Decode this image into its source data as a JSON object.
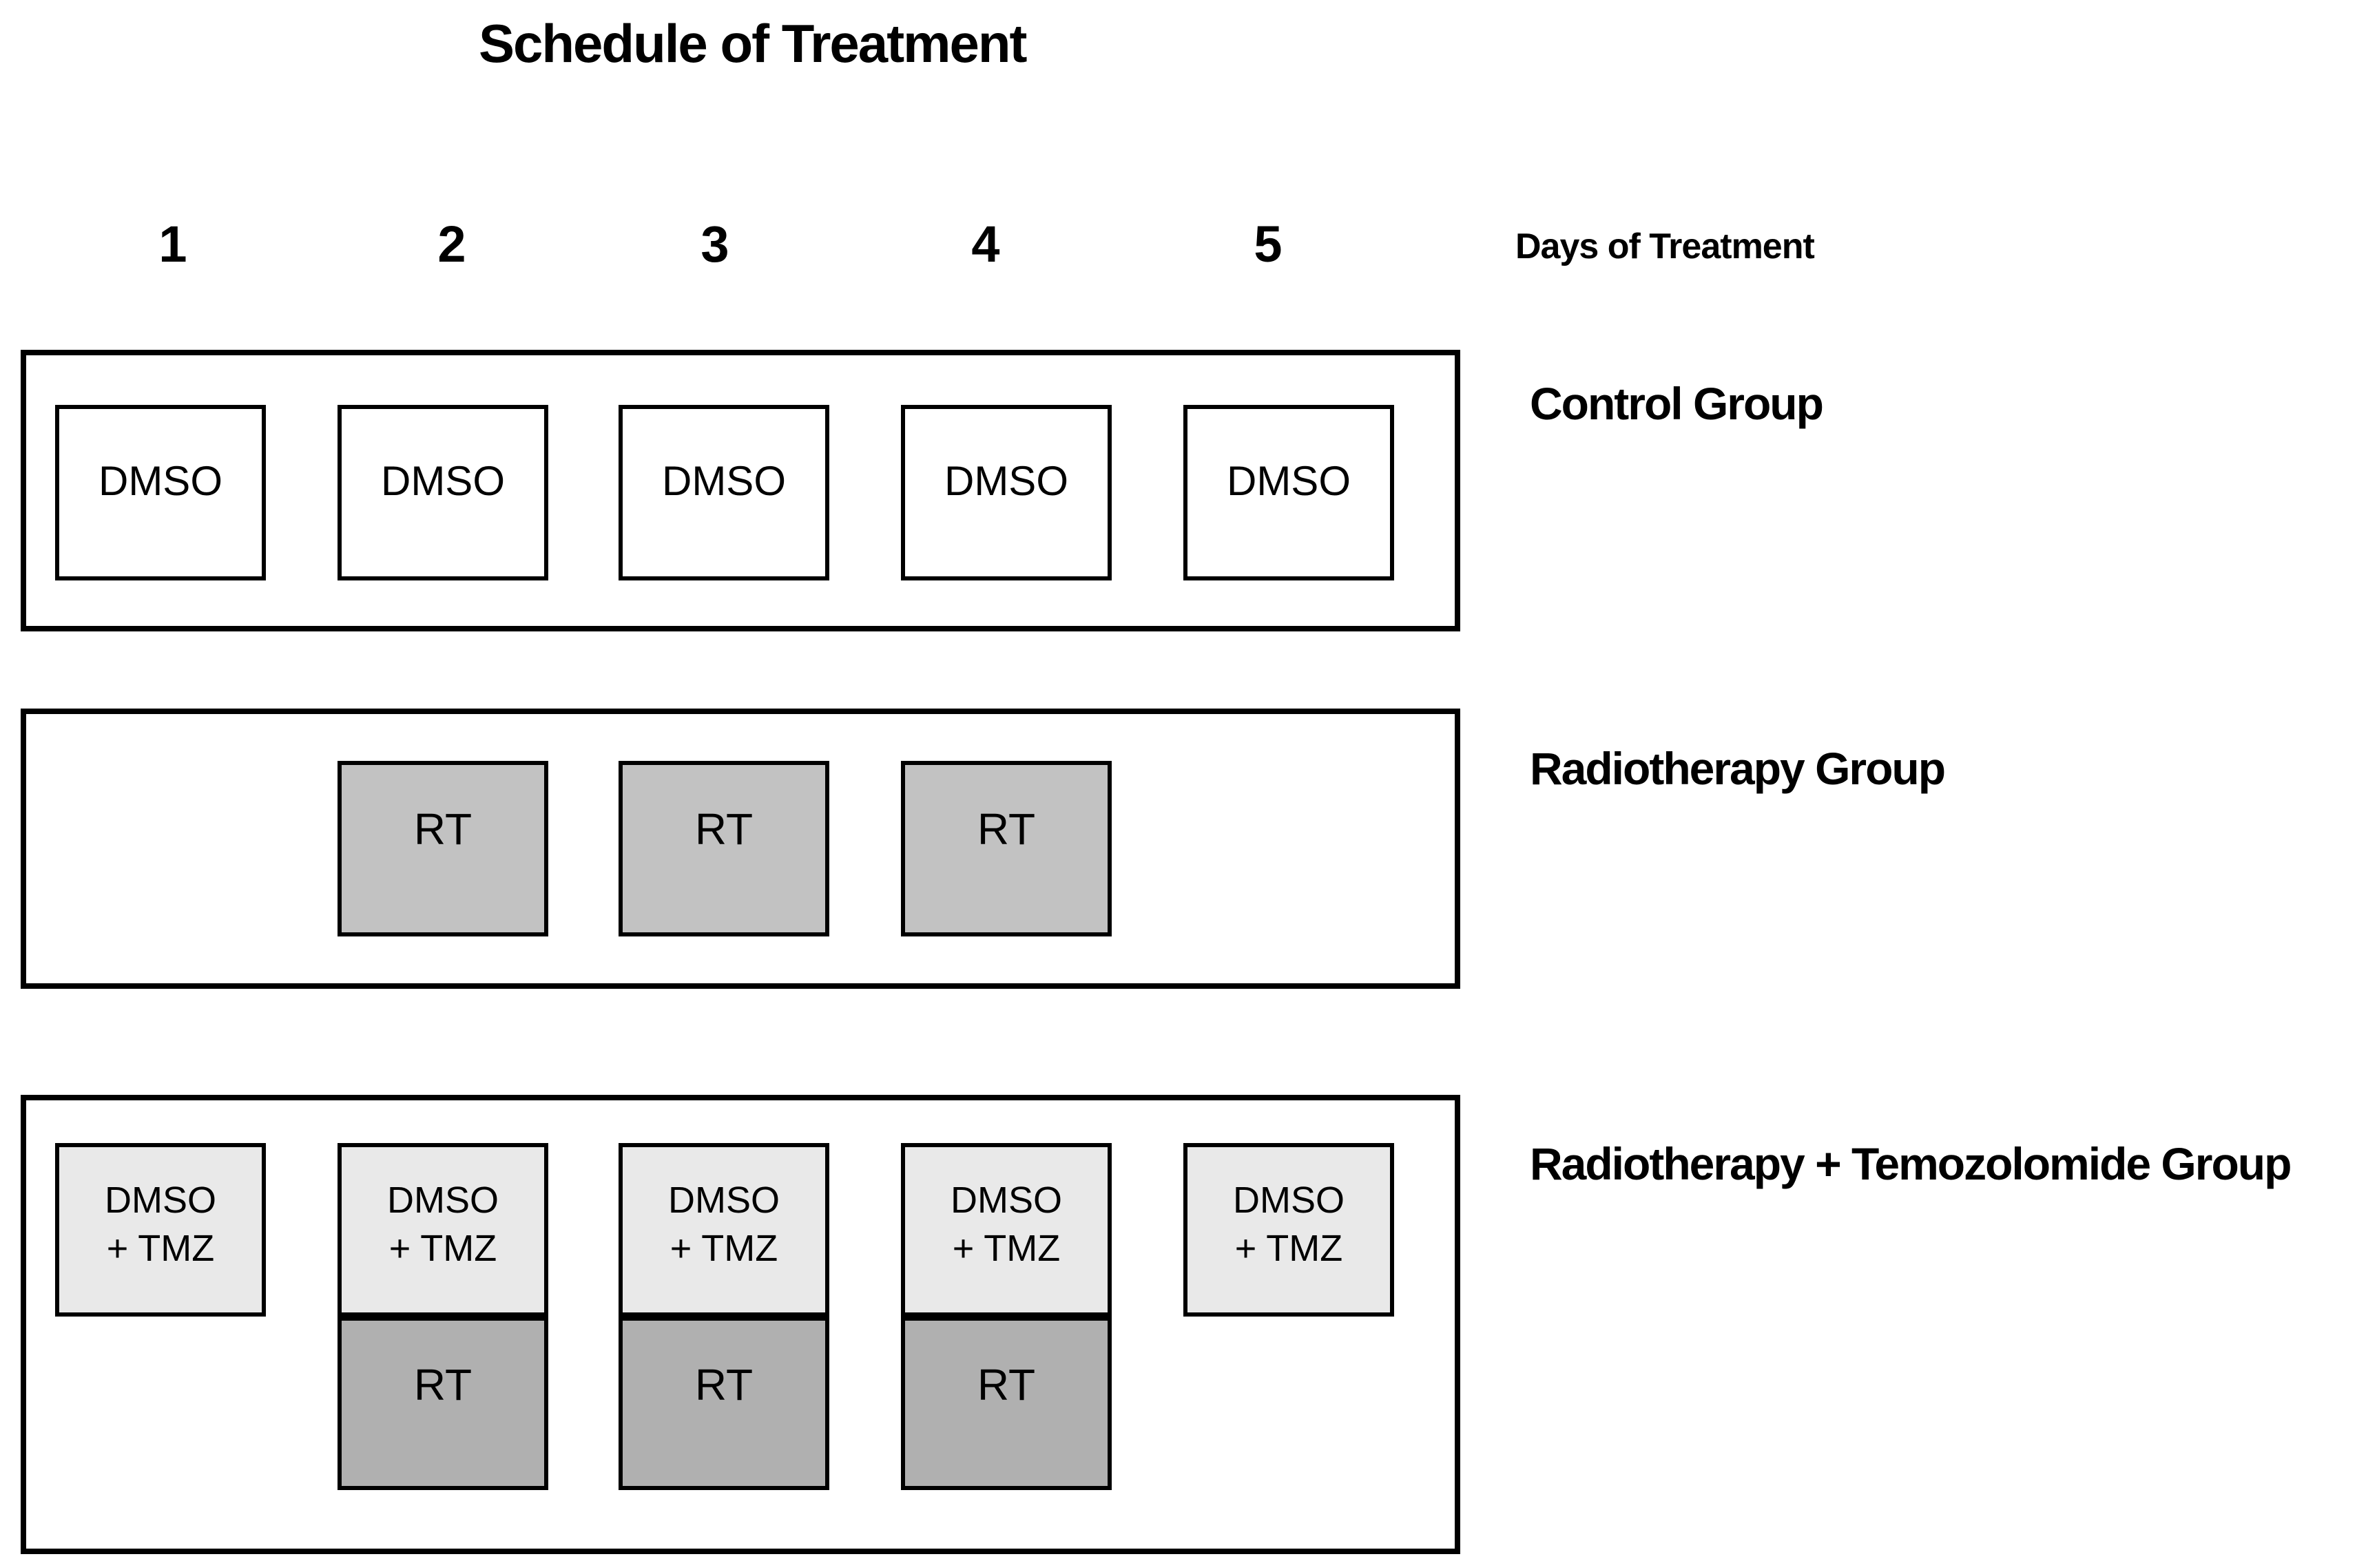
{
  "title": "Schedule of Treatment",
  "days_header": {
    "label": "Days of Treatment",
    "days": [
      "1",
      "2",
      "3",
      "4",
      "5"
    ]
  },
  "groups": [
    {
      "name": "Control Group",
      "boxes": [
        {
          "day": "1",
          "label": "DMSO"
        },
        {
          "day": "2",
          "label": "DMSO"
        },
        {
          "day": "3",
          "label": "DMSO"
        },
        {
          "day": "4",
          "label": "DMSO"
        },
        {
          "day": "5",
          "label": "DMSO"
        }
      ]
    },
    {
      "name": "Radiotherapy Group",
      "boxes": [
        {
          "day": "2",
          "label": "RT"
        },
        {
          "day": "3",
          "label": "RT"
        },
        {
          "day": "4",
          "label": "RT"
        }
      ]
    },
    {
      "name": "Radiotherapy + Temozolomide Group",
      "columns": [
        {
          "day": "1",
          "top_line1": "DMSO",
          "top_line2": "+ TMZ",
          "rt": null
        },
        {
          "day": "2",
          "top_line1": "DMSO",
          "top_line2": "+ TMZ",
          "rt": "RT"
        },
        {
          "day": "3",
          "top_line1": "DMSO",
          "top_line2": "+ TMZ",
          "rt": "RT"
        },
        {
          "day": "4",
          "top_line1": "DMSO",
          "top_line2": "+ TMZ",
          "rt": "RT"
        },
        {
          "day": "5",
          "top_line1": "DMSO",
          "top_line2": "+ TMZ",
          "rt": null
        }
      ]
    }
  ],
  "colors": {
    "background": "#ffffff",
    "border": "#000000",
    "text": "#000000",
    "dmso_fill": "#ffffff",
    "rt_fill": "#c2c2c2",
    "rt_fill_bottom": "#b0b0b0",
    "dmso_tmz_fill": "#e9e9e9"
  }
}
